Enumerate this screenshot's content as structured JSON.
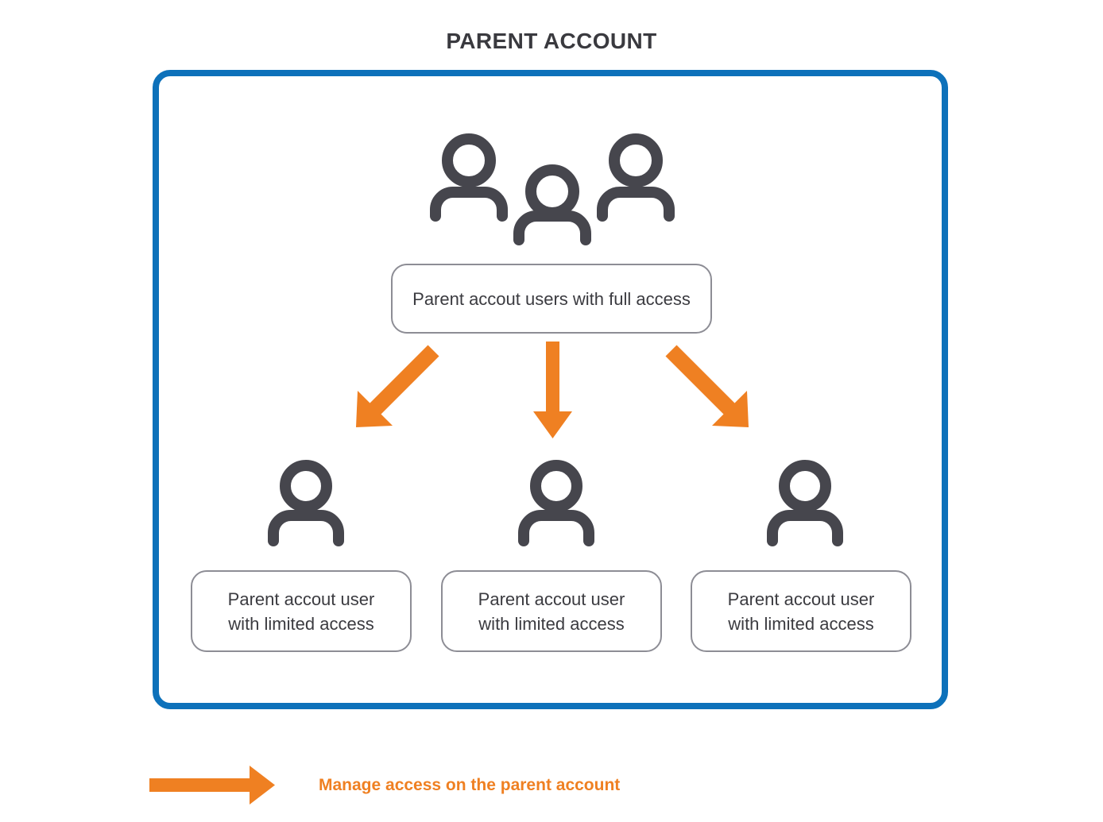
{
  "diagram": {
    "title": "PARENT ACCOUNT",
    "colors": {
      "frame_blue": "#0d71ba",
      "arrow_orange": "#ef8022",
      "icon_gray": "#46464d",
      "box_border_gray": "#8d8d95",
      "title_gray": "#3a3a3f",
      "background": "#ffffff"
    },
    "top_node": {
      "icon": "three-people-icon",
      "label": "Parent accout users with full access"
    },
    "child_nodes": [
      {
        "icon": "person-icon",
        "label": "Parent accout user\nwith limited access"
      },
      {
        "icon": "person-icon",
        "label": "Parent accout user\nwith limited access"
      },
      {
        "icon": "person-icon",
        "label": "Parent accout user\nwith limited access"
      }
    ],
    "connectors": [
      {
        "name": "arrow-to-child-1",
        "direction": "down-left"
      },
      {
        "name": "arrow-to-child-2",
        "direction": "down"
      },
      {
        "name": "arrow-to-child-3",
        "direction": "down-right"
      }
    ],
    "legend": {
      "arrow_icon": "right-arrow-icon",
      "text": "Manage access on the parent account"
    }
  }
}
